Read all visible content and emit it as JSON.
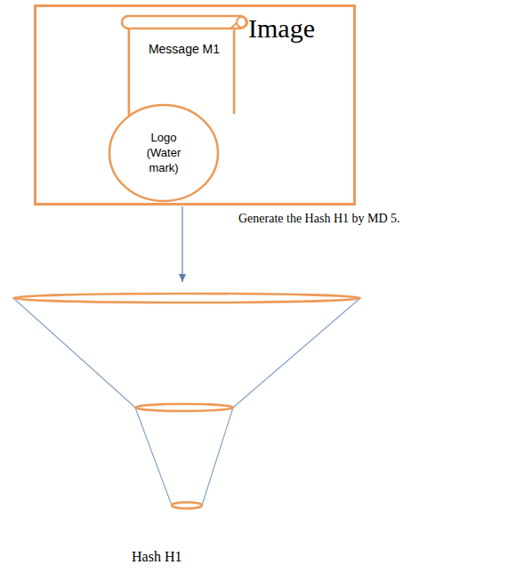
{
  "diagram": {
    "nodes": [
      {
        "text": [
          "Image"
        ]
      },
      {
        "text": [
          "Message M1"
        ],
        "in": 0
      },
      {
        "text": [
          "Logo (Water mark)"
        ],
        "in": 0
      },
      {
        "text": [
          "Hash H1"
        ]
      }
    ],
    "edges": [
      {
        "from": 0,
        "to": 3,
        "arrow": "to",
        "label": "Generate the Hash H1 by MD 5."
      }
    ]
  }
}
